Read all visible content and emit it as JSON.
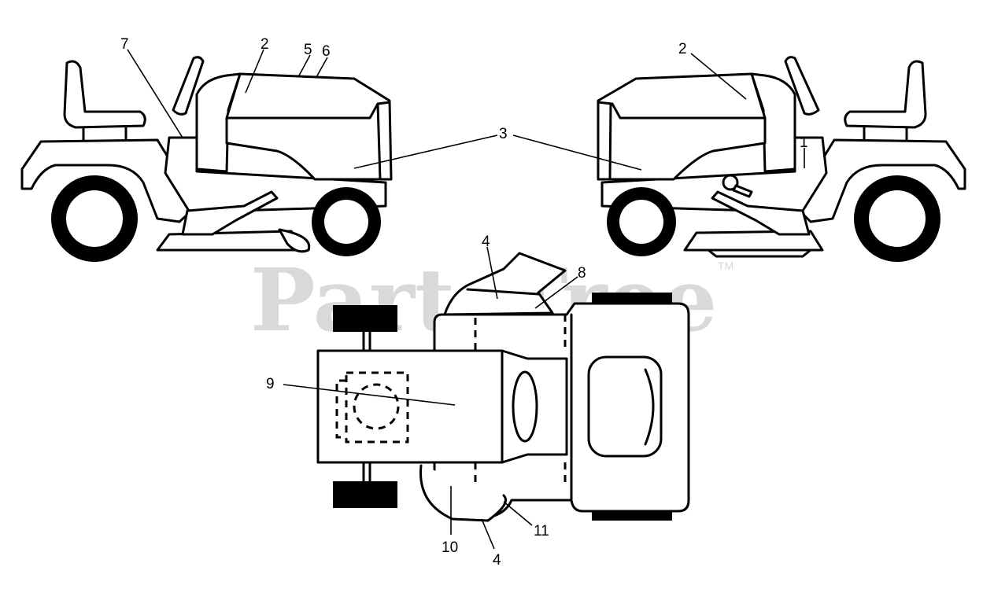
{
  "watermark": {
    "text": "PartsTree",
    "tm": "TM"
  },
  "callouts": {
    "left_7": "7",
    "left_2": "2",
    "left_5": "5",
    "left_6": "6",
    "right_2": "2",
    "right_1": "1",
    "shared_3": "3",
    "top_4": "4",
    "top_8": "8",
    "top_9": "9",
    "top_10": "10",
    "top_4b": "4",
    "top_11": "11"
  }
}
